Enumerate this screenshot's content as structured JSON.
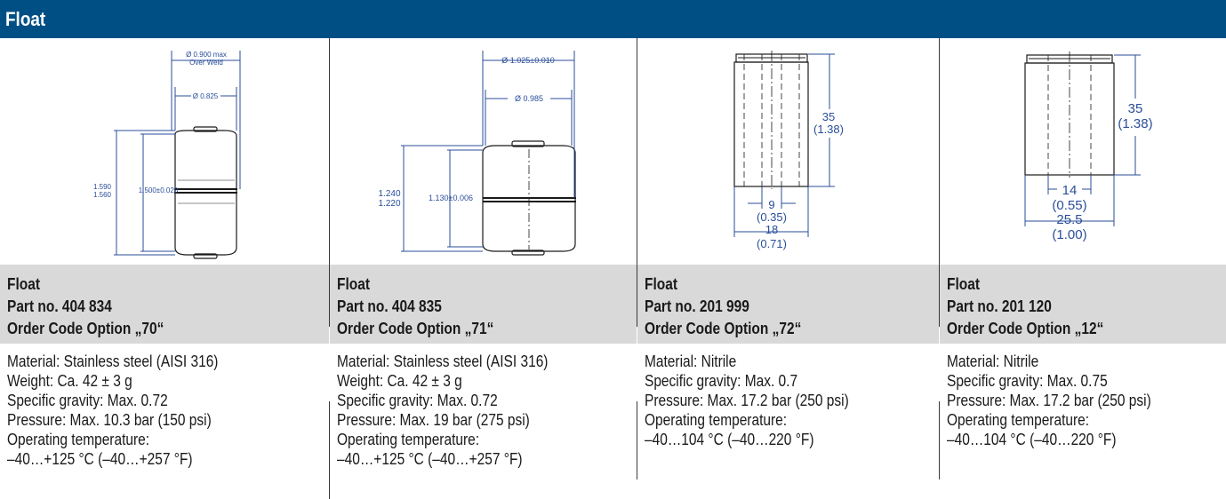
{
  "title": "Float",
  "columns": [
    {
      "name": "Float",
      "part_no": "Part no. 404 834",
      "order_code": "Order Code Option „70“",
      "specs": [
        "Material: Stainless steel (AISI 316)",
        "Weight: Ca. 42 ± 3 g",
        "Specific gravity: Max. 0.72",
        "Pressure: Max. 10.3 bar (150 psi)",
        "Operating temperature:",
        "–40…+125 °C (–40…+257 °F)"
      ],
      "drawing_labels": {
        "dia_max": "Ø 0.900 max",
        "over_weld": "Over Weld",
        "dia_inner": "Ø 0.825",
        "height_upper": "1.590",
        "height_lower": "1.560",
        "body_height": "1.500±0.020"
      }
    },
    {
      "name": "Float",
      "part_no": "Part no. 404 835",
      "order_code": "Order Code Option „71“",
      "specs": [
        "Material: Stainless steel (AISI 316)",
        "Weight: Ca. 42 ± 3 g",
        "Specific gravity: Max. 0.72",
        "Pressure: Max. 19 bar (275 psi)",
        "Operating temperature:",
        "–40…+125 °C (–40…+257 °F)"
      ],
      "drawing_labels": {
        "dia_outer": "Ø 1.025±0.010",
        "dia_inner": "Ø 0.985",
        "height_upper": "1.240",
        "height_lower": "1.220",
        "body_height": "1.130±0.006"
      }
    },
    {
      "name": "Float",
      "part_no": "Part no. 201 999",
      "order_code": "Order Code Option „72“",
      "specs": [
        "Material: Nitrile",
        "Specific gravity: Max. 0.7",
        "Pressure: Max. 17.2 bar (250 psi)",
        "Operating temperature:",
        "–40…104 °C (–40…220 °F)"
      ],
      "drawing_labels": {
        "height_mm": "35",
        "height_in": "(1.38)",
        "bore_mm": "9",
        "bore_in": "(0.35)",
        "width_mm": "18",
        "width_in": "(0.71)"
      }
    },
    {
      "name": "Float",
      "part_no": "Part no. 201 120",
      "order_code": "Order Code Option „12“",
      "specs": [
        "Material: Nitrile",
        "Specific gravity: Max. 0.75",
        "Pressure: Max. 17.2 bar (250 psi)",
        "Operating temperature:",
        "–40…104 °C (–40…220 °F)"
      ],
      "drawing_labels": {
        "height_mm": "35",
        "height_in": "(1.38)",
        "bore_mm": "14",
        "bore_in": "(0.55)",
        "width_mm": "25.5",
        "width_in": "(1.00)"
      }
    }
  ]
}
